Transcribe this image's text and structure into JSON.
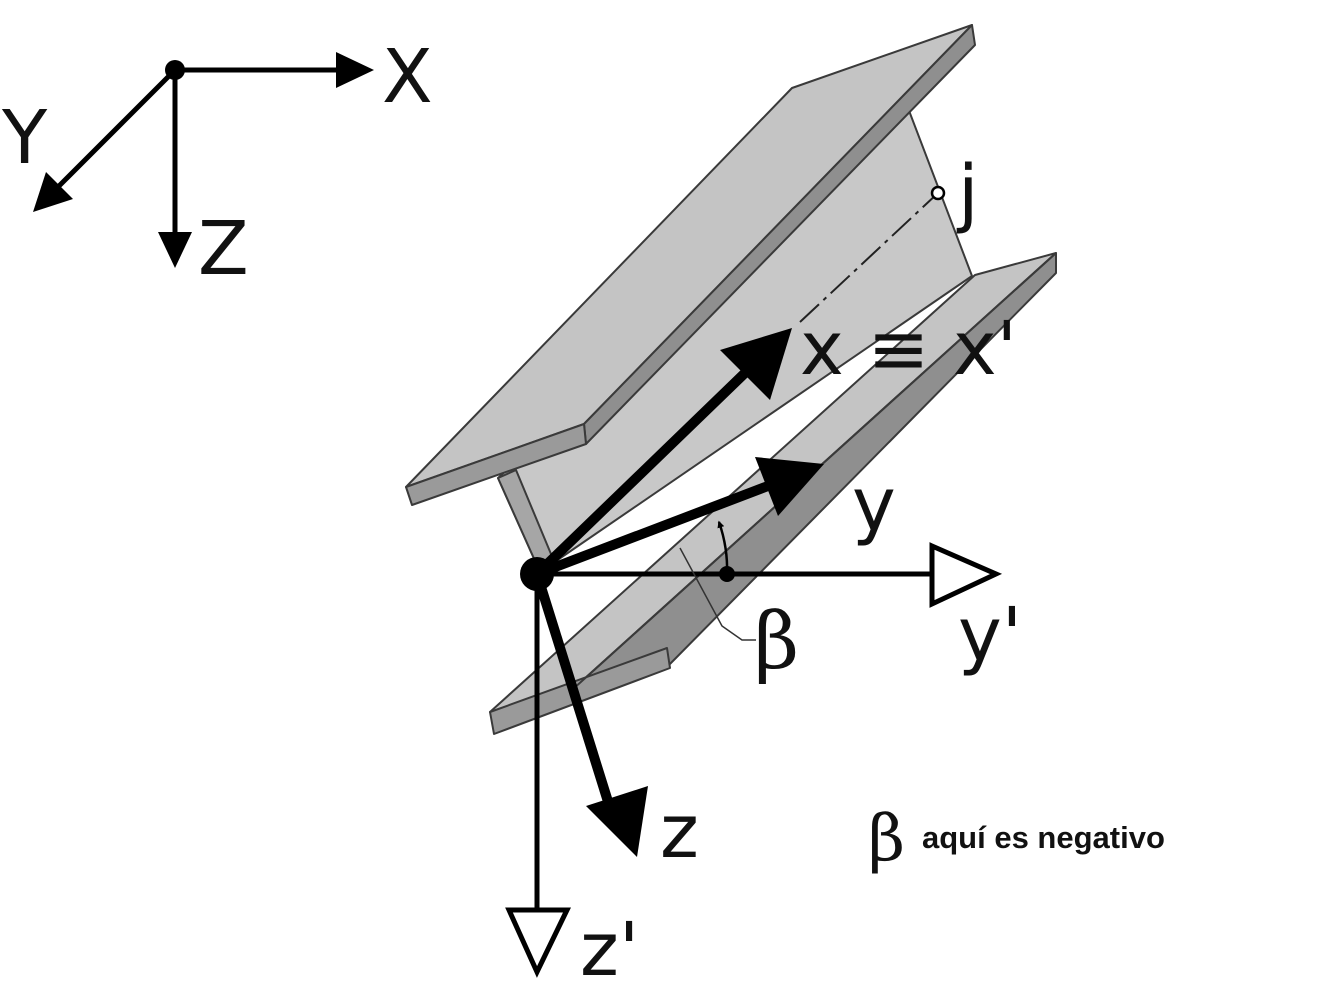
{
  "global_axes": {
    "x_label": "X",
    "y_label": "Y",
    "z_label": "Z"
  },
  "member": {
    "node_label": "j"
  },
  "local_axes": {
    "x_label": "x ≡ x'",
    "y_label": "y",
    "z_label": "z",
    "y_prime_label": "y'",
    "z_prime_label": "z'"
  },
  "angle": {
    "symbol": "β",
    "note_symbol": "β",
    "note_text": "aquí es negativo"
  },
  "colors": {
    "flange_top": "#c4c4c4",
    "flange_side": "#8f8f8f",
    "web": "#c8c8c8",
    "stroke": "#3a3a3a",
    "arrow": "#000000"
  }
}
